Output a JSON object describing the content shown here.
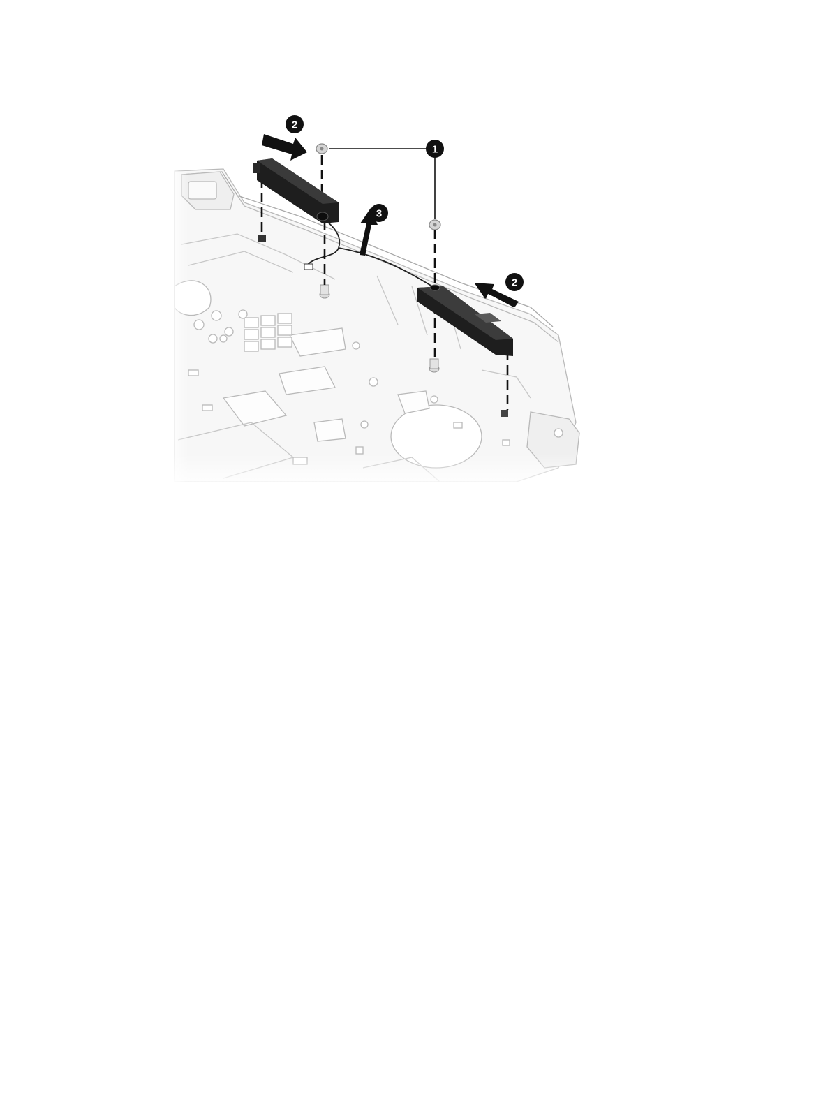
{
  "figure": {
    "callouts": [
      {
        "id": "c1",
        "label": "1"
      },
      {
        "id": "c2a",
        "label": "2"
      },
      {
        "id": "c2b",
        "label": "2"
      },
      {
        "id": "c3",
        "label": "3"
      }
    ],
    "colors": {
      "speaker": "#1e1e1e",
      "callout_fill": "#111111",
      "arrow": "#111111",
      "chassis_line": "#b9b9b9",
      "chassis_fill": "#f6f6f6"
    },
    "icons": [
      "speaker-assembly",
      "screw",
      "cable",
      "removal-arrow",
      "callout-badge"
    ]
  }
}
